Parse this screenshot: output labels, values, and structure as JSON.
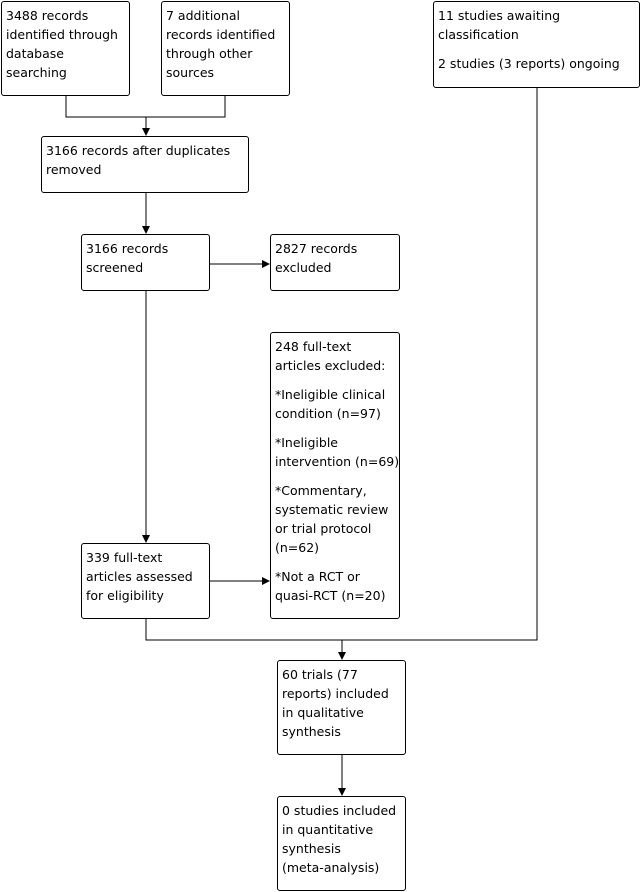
{
  "flow": {
    "db_search": [
      "3488 records",
      "identified through",
      "database",
      "searching"
    ],
    "other_sources": [
      "7 additional",
      "records identified",
      "through other",
      "sources"
    ],
    "awaiting": {
      "p1": [
        "11 studies awaiting",
        "classification"
      ],
      "p2": [
        "2 studies (3 reports) ongoing"
      ]
    },
    "after_duplicates": [
      "3166 records after duplicates",
      "removed"
    ],
    "screened": [
      "3166 records",
      "screened"
    ],
    "excluded": [
      "2827 records",
      "excluded"
    ],
    "fulltext_excluded": {
      "heading": [
        "248 full-text",
        "articles excluded:"
      ],
      "reasons": [
        [
          "*Ineligible clinical",
          "condition (n=97)"
        ],
        [
          "*Ineligible",
          "intervention (n=69)"
        ],
        [
          "*Commentary,",
          "systematic review",
          "or trial protocol",
          "(n=62)"
        ],
        [
          "*Not a RCT or",
          "quasi-RCT (n=20)"
        ]
      ]
    },
    "assessed": [
      "339 full-text",
      "articles assessed",
      "for eligibility"
    ],
    "qualitative": [
      "60 trials (77",
      "reports) included",
      "in qualitative",
      "synthesis"
    ],
    "quantitative": [
      "0 studies included",
      "in quantitative",
      "synthesis",
      "(meta-analysis)"
    ]
  }
}
